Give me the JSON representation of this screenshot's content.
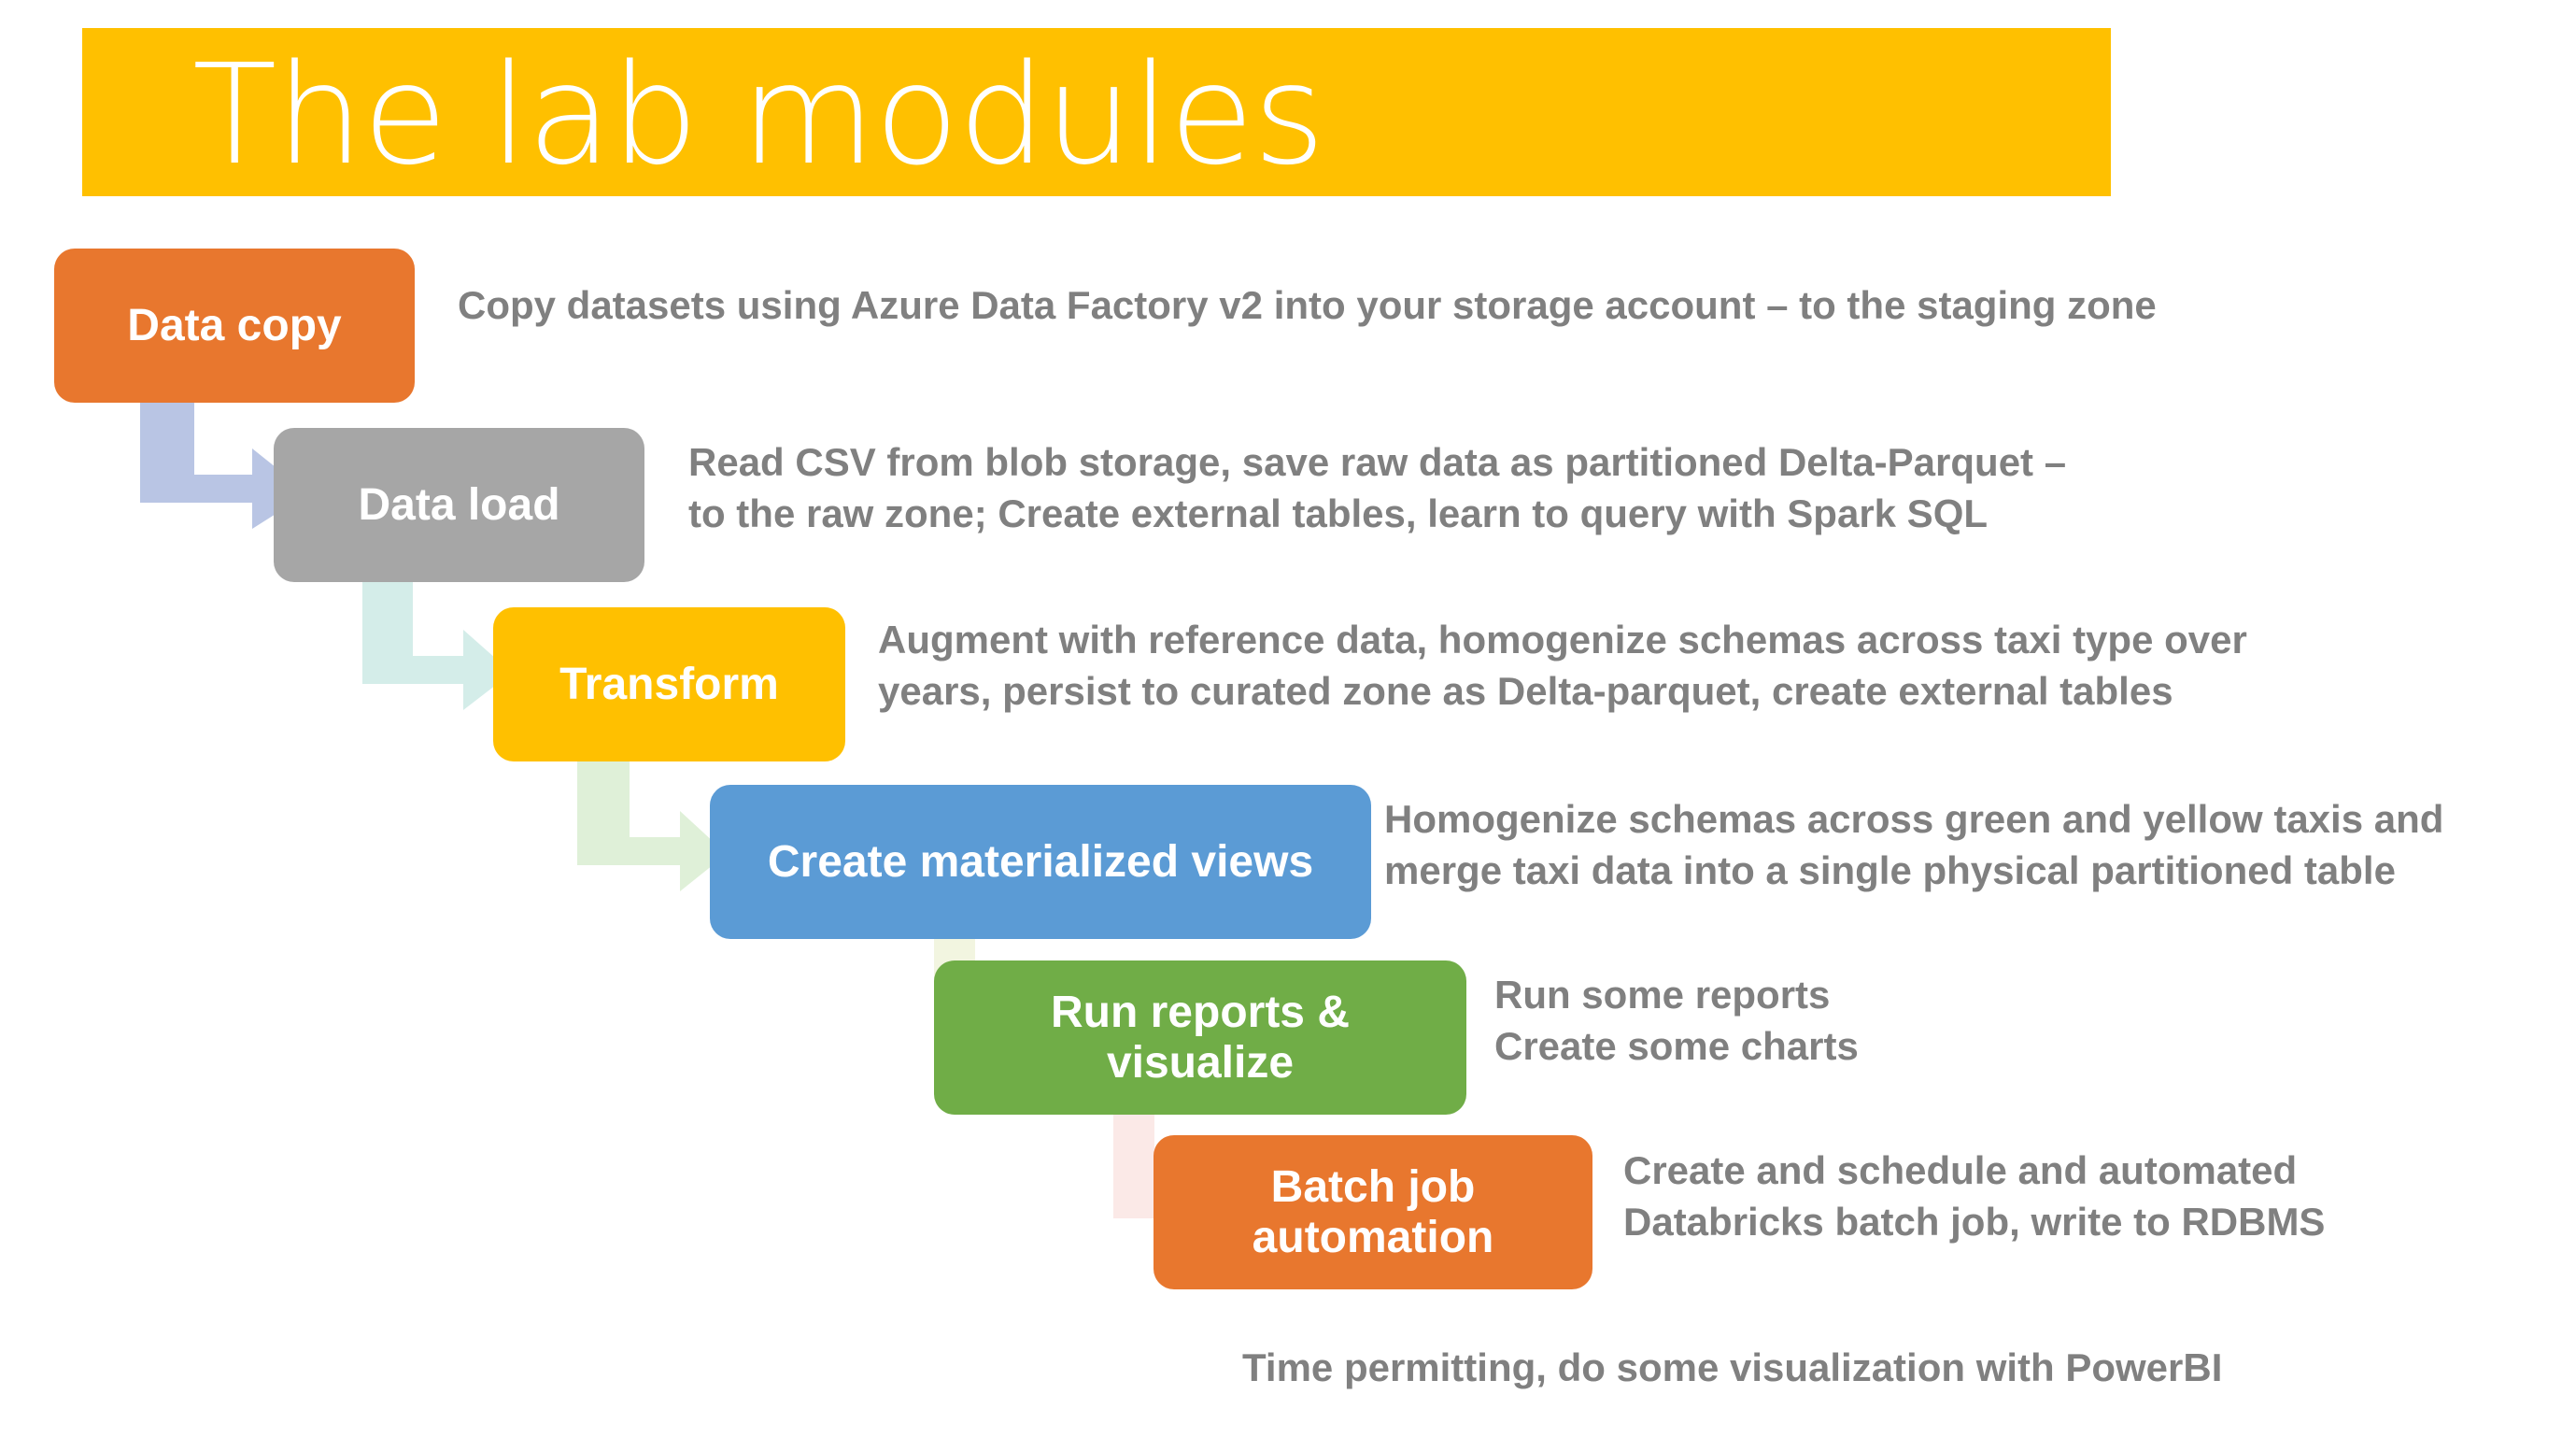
{
  "title": {
    "text": "The lab modules",
    "banner_color": "#FFC000",
    "text_color": "#FFFFFF"
  },
  "colors": {
    "orange": "#E8772E",
    "gray": "#A6A6A6",
    "yellow": "#FFC000",
    "blue": "#5B9BD5",
    "green": "#70AD47",
    "description_text": "#808080",
    "connector_1": "#B9C5E4",
    "connector_2": "#D4EDE9",
    "connector_3": "#DFF0D8",
    "connector_4": "#F2F5E0",
    "connector_5": "#FBE9E7"
  },
  "modules": [
    {
      "id": "data-copy",
      "label": "Data copy",
      "color": "#E8772E",
      "description": "Copy datasets using Azure Data Factory v2 into your storage account – to the staging zone"
    },
    {
      "id": "data-load",
      "label": "Data load",
      "color": "#A6A6A6",
      "description": "Read CSV from blob storage, save raw data as partitioned Delta-Parquet –\nto the raw zone; Create external tables, learn to query with Spark SQL"
    },
    {
      "id": "transform",
      "label": "Transform",
      "color": "#FFC000",
      "description": "Augment with reference data, homogenize schemas across taxi type over\nyears, persist to curated zone as Delta-parquet, create external tables"
    },
    {
      "id": "create-materialized-views",
      "label": "Create materialized views",
      "color": "#5B9BD5",
      "description": "Homogenize schemas across green and yellow taxis and\nmerge taxi data into a single physical partitioned table"
    },
    {
      "id": "run-reports-visualize",
      "label": "Run reports &\nvisualize",
      "color": "#70AD47",
      "description": "Run some reports\nCreate some charts"
    },
    {
      "id": "batch-job-automation",
      "label": "Batch job\nautomation",
      "color": "#E8772E",
      "description": "Create and schedule and automated\nDatabricks batch job, write to RDBMS"
    }
  ],
  "footnote": "Time permitting, do some visualization with PowerBI"
}
